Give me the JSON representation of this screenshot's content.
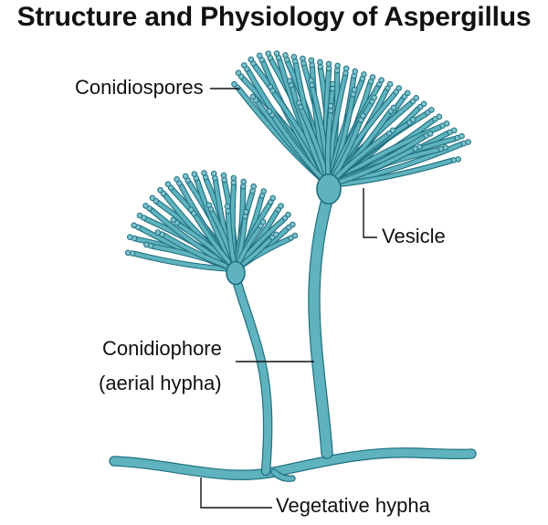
{
  "title": "Structure and Physiology of Aspergillus",
  "labels": {
    "conidiospores": "Conidiospores",
    "vesicle": "Vesicle",
    "conidiophore": "Conidiophore",
    "aerial_hypha": "(aerial hypha)",
    "vegetative_hypha": "Vegetative hypha"
  },
  "colors": {
    "hypha_fill": "#5fb3be",
    "hypha_outline": "#1f6f80",
    "spore_fill": "#7cc2cc",
    "leader_line": "#111111"
  }
}
